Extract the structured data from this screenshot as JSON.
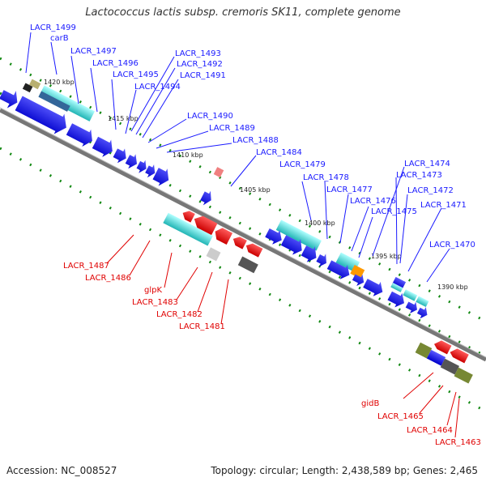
{
  "title": "Lactococcus lactis subsp. cremoris SK11, complete genome",
  "footer": {
    "accession": "Accession: NC_008527",
    "summary": "Topology: circular; Length: 2,438,589 bp; Genes: 2,465"
  },
  "colors": {
    "forward_gene": "#1010ee",
    "reverse_gene": "#ee1111",
    "rna_cyan": "#33cccc",
    "backbone": "#777777",
    "tick": "#118811",
    "top_label": "#1a1aff",
    "bottom_label": "#e00000"
  },
  "scale_labels": [
    "1420 kbp",
    "1415 kbp",
    "1410 kbp",
    "1405 kbp",
    "1400 kbp",
    "1395 kbp",
    "1390 kbp"
  ],
  "top_labels": [
    "LACR_1499",
    "carB",
    "LACR_1497",
    "LACR_1496",
    "LACR_1495",
    "LACR_1494",
    "LACR_1493",
    "LACR_1492",
    "LACR_1491",
    "LACR_1490",
    "LACR_1489",
    "LACR_1488",
    "LACR_1484",
    "LACR_1479",
    "LACR_1478",
    "LACR_1477",
    "LACR_1476",
    "LACR_1475",
    "LACR_1474",
    "LACR_1473",
    "LACR_1472",
    "LACR_1471",
    "LACR_1470"
  ],
  "bottom_labels": [
    "LACR_1487",
    "LACR_1486",
    "glpK",
    "LACR_1483",
    "LACR_1482",
    "LACR_1481",
    "gidB",
    "LACR_1465",
    "LACR_1464",
    "LACR_1463"
  ]
}
